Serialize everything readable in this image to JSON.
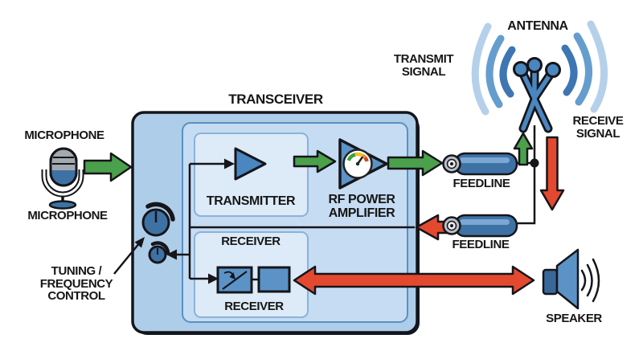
{
  "diagram": {
    "labels": {
      "microphone_top": "MICROPHONE",
      "microphone_bottom": "MICROPHONE",
      "transceiver": "TRANSCEIVER",
      "transmitter": "TRANSMITTER",
      "rf_power_amplifier": "RF POWER\nAMPLIFIER",
      "receiver_top": "RECEIVER",
      "receiver_bottom": "RECEIVER",
      "tuning_control": "TUNING /\nFREQUENCY\nCONTROL",
      "feedline_top": "FEEDLINE",
      "feedline_bottom": "FEEDLINE",
      "antenna": "ANTENNA",
      "transmit_signal": "TRANSMIT\nSIGNAL",
      "receive_signal": "RECEIVE\nSIGNAL",
      "speaker": "SPEAKER"
    },
    "icons": [
      "microphone-icon",
      "antenna-icon",
      "speaker-icon",
      "feedline-icon",
      "tuning-knob-icon",
      "amplifier-triangle-icon",
      "power-gauge-icon",
      "receiver-block-icon"
    ]
  },
  "colors": {
    "green": "#4ba04b",
    "red": "#e3492f",
    "box": "#aecde9",
    "inner": "#c5dcf2",
    "panel": "#ddeaf8",
    "blue": "#5b93c7",
    "darkblue": "#3e72a4",
    "ink": "#15151a"
  }
}
